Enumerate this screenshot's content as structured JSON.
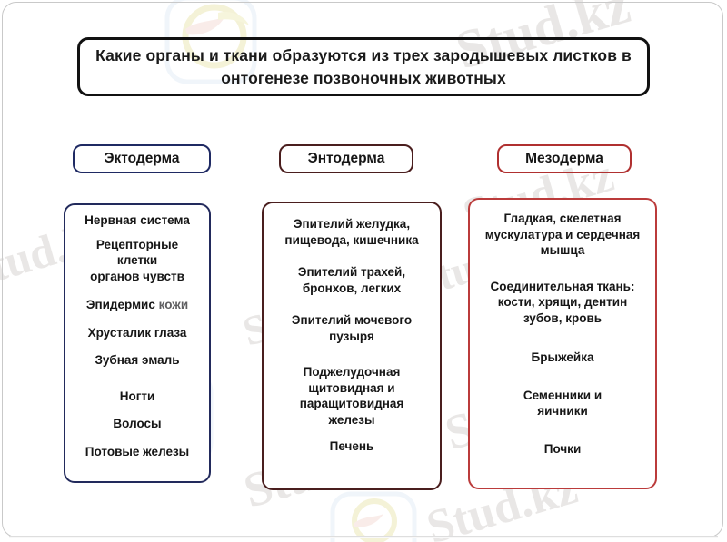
{
  "title": {
    "text": "Какие органы и ткани образуются из трех зародышевых листков в онтогенезе позвоночных животных"
  },
  "colors": {
    "ectoderm_border": "#222a5c",
    "endoderm_border": "#4a1e1e",
    "mesoderm_border": "#bb3b3b",
    "title_border": "#111111",
    "text": "#161616",
    "watermark": "#b9b3ae"
  },
  "columns": [
    {
      "header": "Эктодерма",
      "entries": [
        "Нервная система",
        "Рецепторные\nклетки\nорганов чувств",
        "Эпидермис кожи",
        "Хрусталик глаза",
        "Зубная эмаль",
        "Ногти",
        "Волосы",
        "Потовые железы"
      ]
    },
    {
      "header": "Энтодерма",
      "entries": [
        "Эпителий желудка,\nпищевода, кишечника",
        "Эпителий трахей,\nбронхов, легких",
        "Эпителий мочевого\nпузыря",
        "Поджелудочная\nщитовидная и\nпаращитовидная\nжелезы",
        "Печень"
      ]
    },
    {
      "header": "Мезодерма",
      "entries": [
        "Гладкая, скелетная\nмускулатура и сердечная\nмышца",
        "Соединительная ткань:\nкости, хрящи, дентин\nзубов, кровь",
        "Брыжейка",
        "Семенники и\nяичники",
        "Почки"
      ]
    }
  ],
  "watermarks": {
    "text": "Stud.kz",
    "text_alt": "Stud.kz ~ Stud.kz",
    "instances": [
      "top-center-logo",
      "top-right",
      "mid-left",
      "mid-center",
      "mid-right",
      "bottom-center",
      "bottom-right"
    ]
  }
}
